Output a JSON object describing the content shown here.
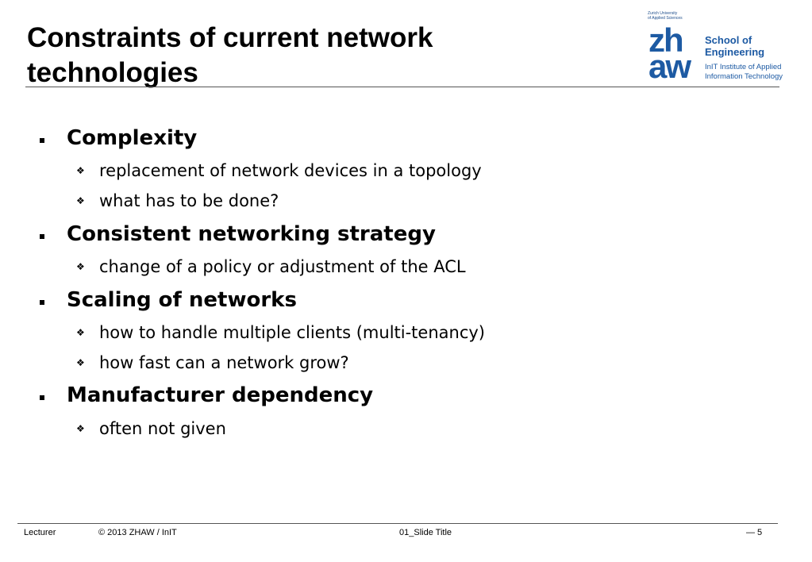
{
  "title": "Constraints of current network technologies",
  "logo": {
    "university": "Zurich University\nof Applied Sciences",
    "mark_top": "zh",
    "mark_bottom": "aw",
    "school": "School of\nEngineering",
    "institute": "InIT Institute of Applied\nInformation Technology",
    "color": "#1d5aa3"
  },
  "bullets": [
    {
      "text": "Complexity",
      "sub": [
        "replacement of network devices in a topology",
        "what has to be done?"
      ]
    },
    {
      "text": "Consistent networking strategy",
      "sub": [
        "change of a policy or adjustment of the ACL"
      ]
    },
    {
      "text": "Scaling of networks",
      "sub": [
        "how to handle multiple clients (multi-tenancy)",
        "how fast can a network grow?"
      ]
    },
    {
      "text": "Manufacturer dependency",
      "sub": [
        "often not given"
      ]
    }
  ],
  "sub_bullet_glyph": "❖",
  "footer": {
    "lecturer": "Lecturer",
    "copyright": "©  2013  ZHAW  /  InIT",
    "slide_title": "01_Slide Title",
    "page_dash": "—",
    "page": "5"
  }
}
